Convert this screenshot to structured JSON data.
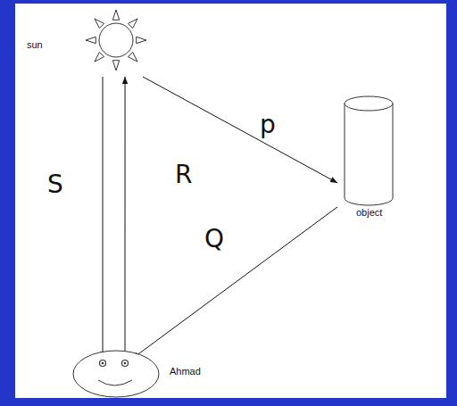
{
  "diagram": {
    "nodes": [
      {
        "text": [
          "sun"
        ]
      },
      {
        "text": [
          "object"
        ]
      },
      {
        "text": [
          "Ahmad"
        ]
      }
    ],
    "edges": [
      {
        "from": 0,
        "to": 2,
        "label": "S",
        "arrow": "to"
      },
      {
        "from": 2,
        "to": 0,
        "label": "R",
        "arrow": "to"
      },
      {
        "from": 0,
        "to": 1,
        "label": "p",
        "arrow": "to"
      },
      {
        "from": 1,
        "to": 2,
        "label": "Q",
        "arrow": "to"
      }
    ]
  }
}
